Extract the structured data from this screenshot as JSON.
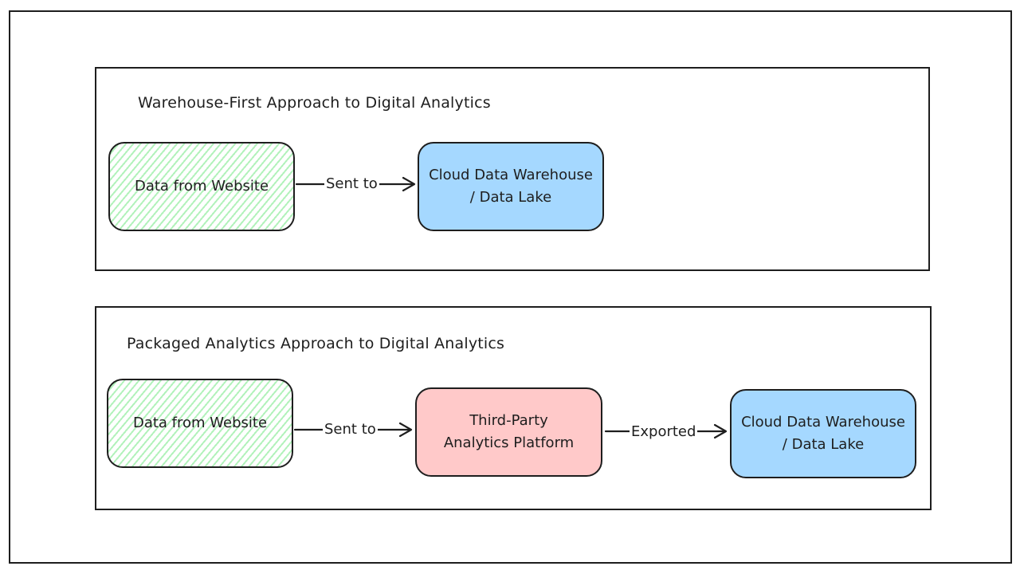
{
  "diagram": {
    "sections": [
      {
        "title": "Warehouse-First Approach to Digital Analytics",
        "nodes": [
          {
            "label": "Data from Website",
            "style": "hatch-green"
          },
          {
            "label": "Cloud Data Warehouse\n/ Data Lake",
            "style": "blue"
          }
        ],
        "edges": [
          {
            "label": "Sent to"
          }
        ]
      },
      {
        "title": "Packaged Analytics Approach to Digital Analytics",
        "nodes": [
          {
            "label": "Data from Website",
            "style": "hatch-green"
          },
          {
            "label": "Third-Party\nAnalytics Platform",
            "style": "pink"
          },
          {
            "label": "Cloud Data Warehouse\n/ Data Lake",
            "style": "blue"
          }
        ],
        "edges": [
          {
            "label": "Sent to"
          },
          {
            "label": "Exported"
          }
        ]
      }
    ],
    "colors": {
      "hatch_green": "#b2f2bb",
      "blue": "#a5d8ff",
      "pink": "#ffc9c9",
      "stroke": "#1e1e1e"
    }
  }
}
